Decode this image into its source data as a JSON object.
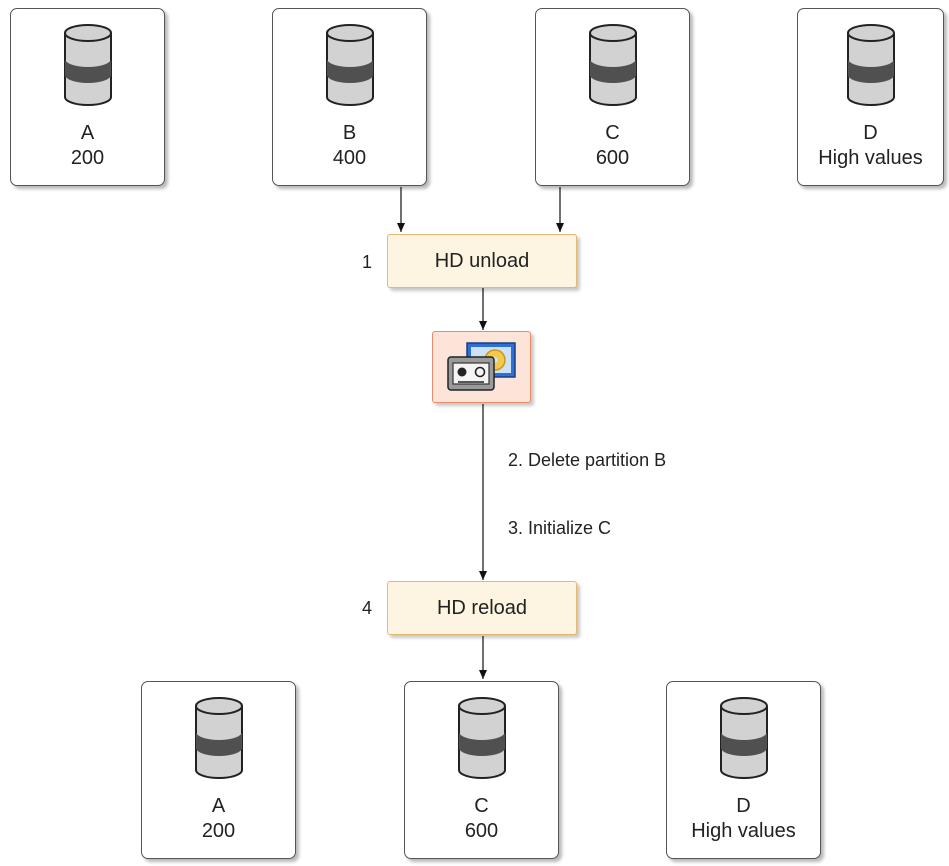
{
  "before": [
    {
      "letter": "A",
      "value": "200"
    },
    {
      "letter": "B",
      "value": "400"
    },
    {
      "letter": "C",
      "value": "600"
    },
    {
      "letter": "D",
      "value": "High values"
    }
  ],
  "steps": {
    "unload": {
      "number": "1",
      "label": "HD unload"
    },
    "delete_note": "2. Delete partition B",
    "init_note": "3. Initialize C",
    "reload": {
      "number": "4",
      "label": "HD reload"
    }
  },
  "after": [
    {
      "letter": "A",
      "value": "200"
    },
    {
      "letter": "C",
      "value": "600"
    },
    {
      "letter": "D",
      "value": "High values"
    }
  ],
  "icons": {
    "partition": "database-cylinder-icon",
    "dataset": "tape-dataset-icon"
  },
  "colors": {
    "step_fill": "#fdf5e1",
    "step_border": "#e5b770",
    "dataset_fill": "#fce4d8",
    "dataset_border": "#ec8b6c",
    "cylinder_light": "#d2d2d2",
    "cylinder_dark": "#505050"
  }
}
